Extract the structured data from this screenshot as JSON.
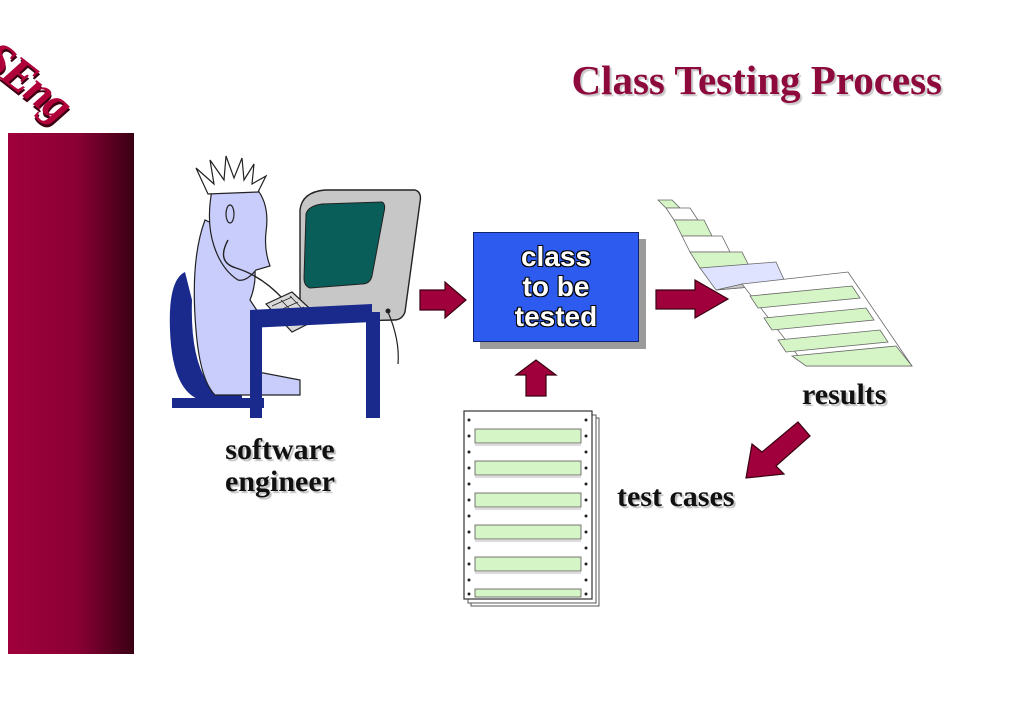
{
  "logo": {
    "text": "SEng"
  },
  "slide": {
    "title": "Class Testing Process"
  },
  "nodes": {
    "engineer_label_line1": "software",
    "engineer_label_line2": "engineer",
    "class_line1": "class",
    "class_line2": "to be",
    "class_line3": "tested",
    "results_label": "results",
    "test_cases_label": "test cases"
  },
  "icons": [
    "engineer-at-computer-icon",
    "results-printout-icon",
    "test-cases-stack-icon",
    "arrow-right-icon",
    "arrow-up-icon",
    "arrow-down-left-icon"
  ],
  "colors": {
    "accent": "#8e0a3d",
    "arrow": "#a0003c",
    "class_box": "#2d5bf0",
    "paper_green": "#d6f5c6"
  }
}
